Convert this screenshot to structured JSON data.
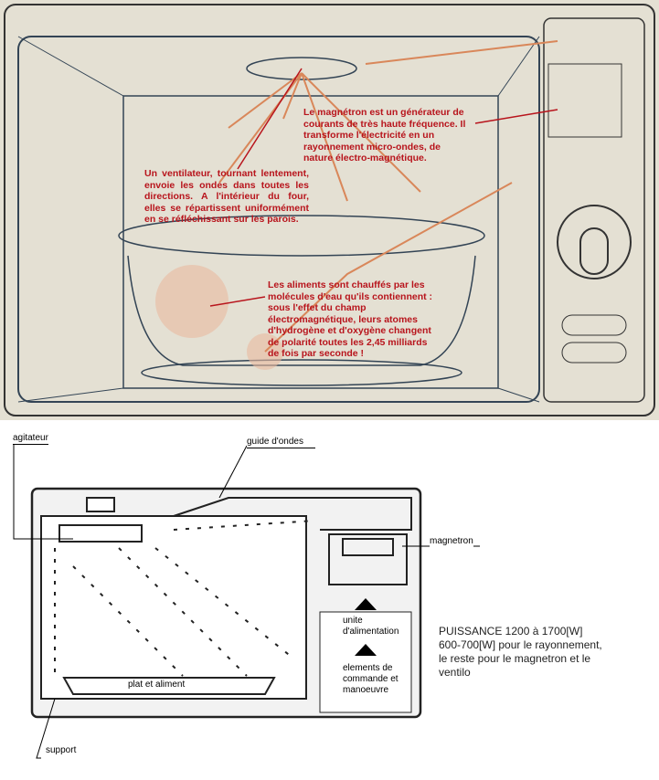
{
  "top_panel": {
    "magnetron_text": "Le magnétron est un générateur de courants de très haute fréquence. Il transforme l'électricité en un rayonnement micro-ondes, de nature électro-magnétique.",
    "ventilateur_text": "Un ventilateur, tournant lentement, envoie les ondes dans toutes les directions. A l'intérieur du four, elles se répartissent uniformément en se réfléchissant sur les parois.",
    "aliments_text": "Les aliments sont chauffés par les molécules d'eau qu'ils contiennent : sous l'effet du champ électromagnétique, leurs atomes d'hydrogène et d'oxygène changent de polarité toutes les 2,45 milliards de fois par seconde !"
  },
  "bottom_diagram": {
    "labels": {
      "agitateur": "agitateur",
      "guide": "guide d'ondes",
      "magnetron": "magnetron",
      "alimentation": "unite d'alimentation",
      "commande": "elements de commande et manoeuvre",
      "plat": "plat et aliment",
      "support": "support"
    },
    "puissance": {
      "line1": "PUISSANCE 1200 à 1700[W]",
      "line2": "600-700[W] pour le rayonnement,",
      "line3": "le reste pour le magnetron et le",
      "line4": "ventilo"
    }
  },
  "colors": {
    "text_red": "#b8141c",
    "arrow": "#d9875a",
    "panel": "#e4e0d3"
  }
}
